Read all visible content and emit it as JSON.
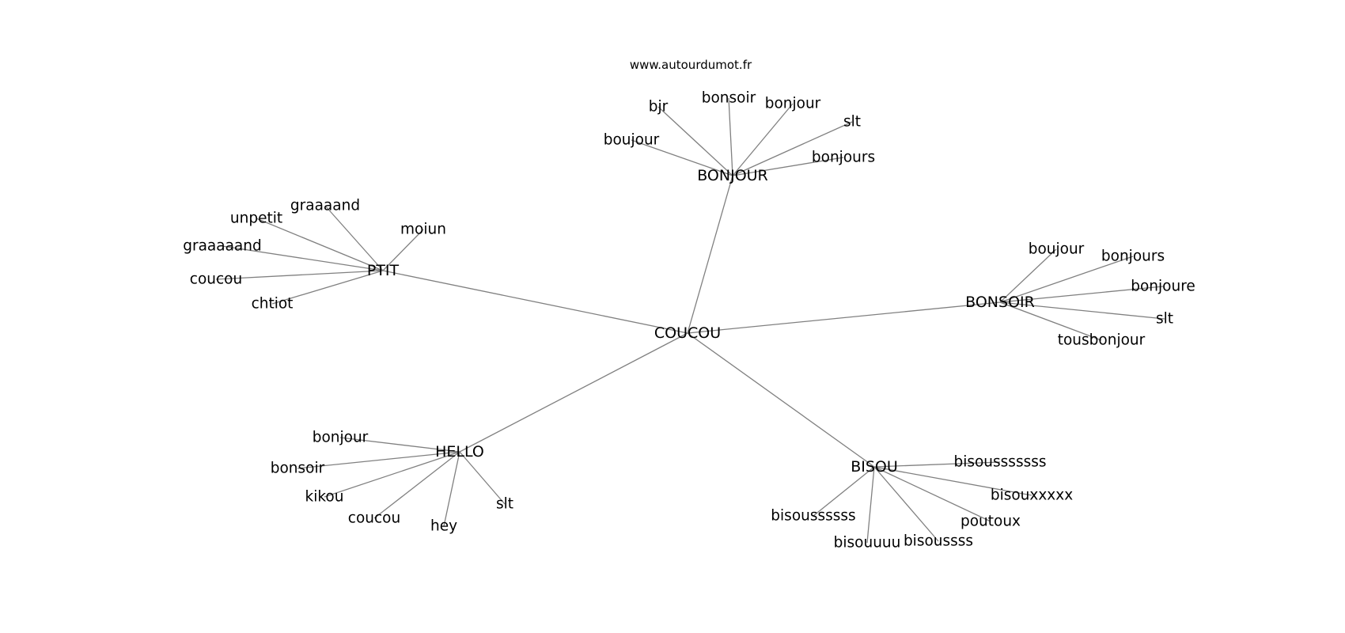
{
  "site": "www.autourdumot.fr",
  "center": "COUCOU",
  "hubs": [
    {
      "id": "bonjour",
      "label": "BONJOUR",
      "leaves": [
        "bjr",
        "bonsoir",
        "bonjour",
        "slt",
        "boujour",
        "bonjours"
      ]
    },
    {
      "id": "ptit",
      "label": "PTIT",
      "leaves": [
        "graaaand",
        "unpetit",
        "moiun",
        "graaaaand",
        "coucou",
        "chtiot"
      ]
    },
    {
      "id": "bonsoir",
      "label": "BONSOIR",
      "leaves": [
        "boujour",
        "bonjours",
        "bonjoure",
        "slt",
        "tousbonjour"
      ]
    },
    {
      "id": "hello",
      "label": "HELLO",
      "leaves": [
        "bonjour",
        "bonsoir",
        "kikou",
        "coucou",
        "hey",
        "slt"
      ]
    },
    {
      "id": "bisou",
      "label": "BISOU",
      "leaves": [
        "bisousssssss",
        "bisouxxxxx",
        "poutoux",
        "bisoussss",
        "bisouuuu",
        "bisoussssss"
      ]
    }
  ],
  "colors": {
    "edge": "#808080",
    "text": "#000000",
    "background": "#ffffff"
  }
}
